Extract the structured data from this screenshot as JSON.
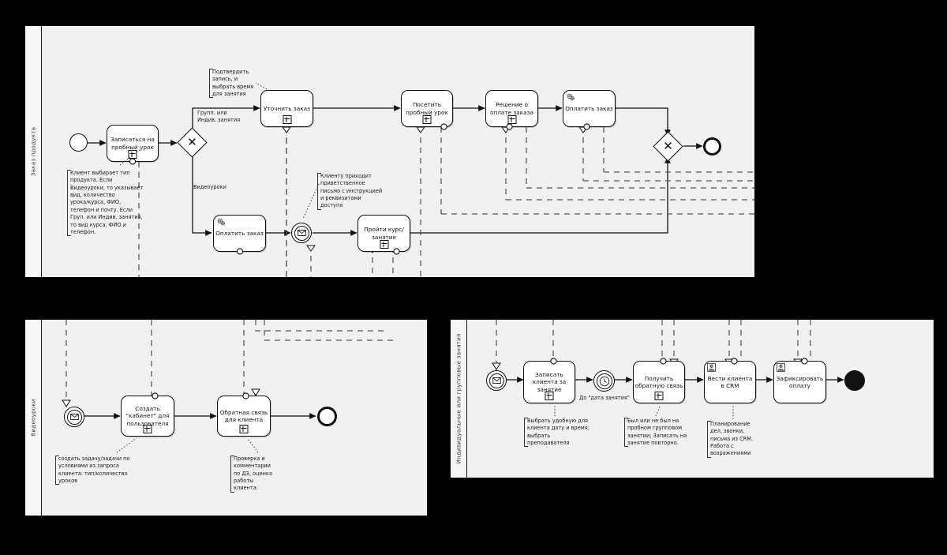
{
  "diagram": {
    "type": "bpmn-process-diagram",
    "title": "Заказ продукта / Видеоуроки / Индивидуальные или групповые занятия"
  },
  "pools": [
    {
      "id": "pool-order",
      "label": "Заказ продукта",
      "nodes": [
        {
          "id": "n1",
          "kind": "start-event",
          "label": ""
        },
        {
          "id": "n2",
          "kind": "user-task",
          "label": "Записаться на пробный урок",
          "marker": "subprocess"
        },
        {
          "id": "n3",
          "kind": "gateway-xor",
          "label": ""
        },
        {
          "id": "n4",
          "kind": "user-task",
          "label": "Уточнить заказ",
          "marker": "subprocess"
        },
        {
          "id": "n5",
          "kind": "user-task",
          "label": "Посетить пробный урок",
          "marker": "subprocess"
        },
        {
          "id": "n6",
          "kind": "user-task",
          "label": "Решение о оплате заказа",
          "marker": "subprocess"
        },
        {
          "id": "n7",
          "kind": "service-task",
          "label": "Оплатить заказ"
        },
        {
          "id": "n8",
          "kind": "service-task",
          "label": "Оплатить заказ"
        },
        {
          "id": "n9",
          "kind": "message-event",
          "label": ""
        },
        {
          "id": "n10",
          "kind": "user-task",
          "label": "Пройти курс/занятие",
          "marker": "subprocess"
        },
        {
          "id": "n11",
          "kind": "gateway-xor",
          "label": ""
        },
        {
          "id": "n12",
          "kind": "end-event",
          "label": ""
        }
      ],
      "flow_labels": [
        {
          "id": "fl1",
          "text": "Групп. или\nИндив. занятия"
        },
        {
          "id": "fl2",
          "text": "Видеоуроки"
        }
      ],
      "notes": [
        {
          "id": "a1",
          "text": "Клиент выбирает тип\nпродукта. Если\nВидеоуроки, то указывает\nвид, количество\nурока/курса, ФИО,\nтелефон и почту. Если\nГруп. или Индив. занятия,\nто вид курса, ФИО и\nтелефон."
        },
        {
          "id": "a2",
          "text": "Подтвердить\nзапись, и\nвыбрать время\nдля занятия"
        },
        {
          "id": "a3",
          "text": "Клиенту приходит\nприветственное\nписьмо с инструкцией\nи реквизитами\nдоступа"
        }
      ]
    },
    {
      "id": "pool-video",
      "label": "Видеоуроки",
      "nodes": [
        {
          "id": "v1",
          "kind": "message-event",
          "label": ""
        },
        {
          "id": "v2",
          "kind": "user-task",
          "label": "Создать \"кабинет\" для пользователя",
          "marker": "subprocess"
        },
        {
          "id": "v3",
          "kind": "user-task",
          "label": "Обратная связь для клиента",
          "marker": "subprocess"
        },
        {
          "id": "v4",
          "kind": "end-event",
          "label": ""
        }
      ],
      "notes": [
        {
          "id": "b1",
          "text": "создать задачу/задачи по\nусловиями из запроса\nклиента: тип/количество\nуроков"
        },
        {
          "id": "b2",
          "text": "Проверка и\nкомментарии\nпо ДЗ, оценка\nработы\nклиента."
        }
      ]
    },
    {
      "id": "pool-lessons",
      "label": "Индивидуальные или групповые занятия",
      "nodes": [
        {
          "id": "g1",
          "kind": "message-event",
          "label": ""
        },
        {
          "id": "g2",
          "kind": "user-task",
          "label": "Записать клиента за занятие",
          "marker": "subprocess"
        },
        {
          "id": "g3",
          "kind": "timer-event",
          "label": "До \"дата занятия\""
        },
        {
          "id": "g4",
          "kind": "user-task",
          "label": "Получить обратную связь",
          "marker": "subprocess"
        },
        {
          "id": "g5",
          "kind": "user-task-person",
          "label": "Вести клиента в CRM"
        },
        {
          "id": "g6",
          "kind": "user-task-person",
          "label": "Зафиксировать оплату"
        },
        {
          "id": "g7",
          "kind": "end-event-black",
          "label": ""
        }
      ],
      "notes": [
        {
          "id": "c1",
          "text": "Выбрать удобную для\nклиента дату и время;\nвыбрать\nпреподавателя"
        },
        {
          "id": "c2",
          "text": "Был или не был на\nпробном групповом\nзанятии; Записать на\nзанятие повторно."
        },
        {
          "id": "c3",
          "text": "Планирование\nдел, звонки,\nписьма из CRM.\nРабота с\nвозражениями"
        }
      ]
    }
  ],
  "colors": {
    "background": "#000000",
    "canvas": "#f1f1f1",
    "lane": "#f6f6f6",
    "stroke": "#111111",
    "shape_fill": "#ffffff",
    "text": "#1a1a1a"
  }
}
